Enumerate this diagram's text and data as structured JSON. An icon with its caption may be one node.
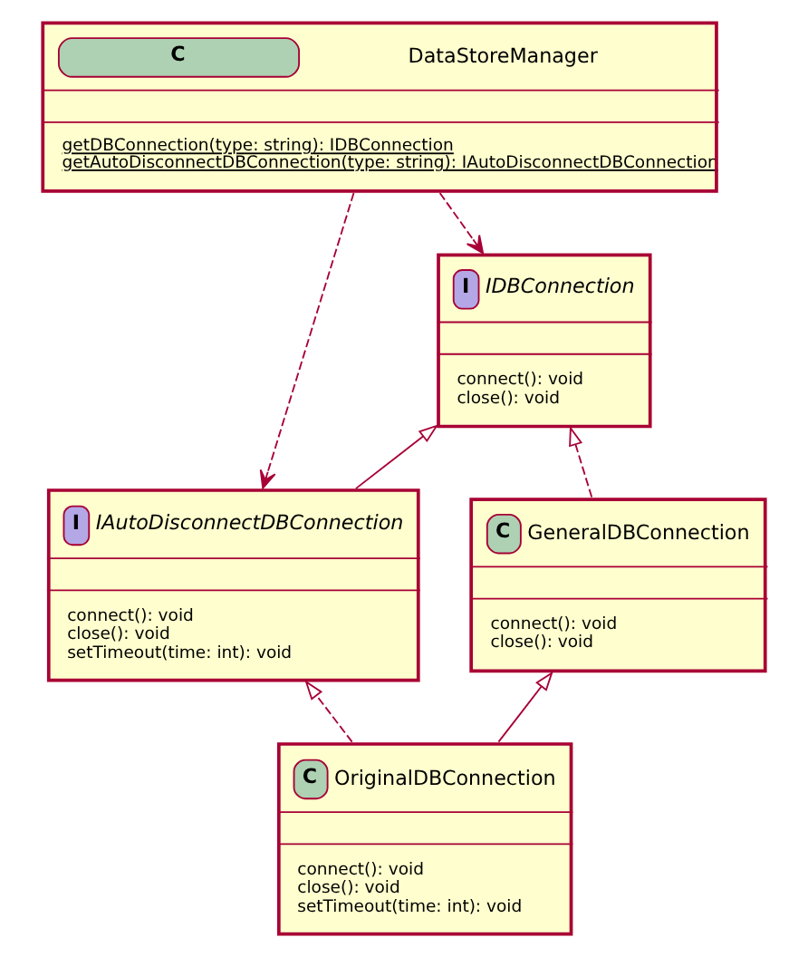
{
  "diagram": {
    "nodes": [
      {
        "text": [
          "C",
          "DataStoreManager",
          "getDBConnection(type: string): IDBConnection",
          "getAutoDisconnectDBConnection(type: string): IAutoDisconnectDBConnection"
        ]
      },
      {
        "text": [
          "I",
          "IDBConnection",
          "connect(): void",
          "close(): void"
        ]
      },
      {
        "text": [
          "I",
          "IAutoDisconnectDBConnection",
          "connect(): void",
          "close(): void",
          "setTimeout(time: int): void"
        ]
      },
      {
        "text": [
          "C",
          "GeneralDBConnection",
          "connect(): void",
          "close(): void"
        ]
      },
      {
        "text": [
          "C",
          "OriginalDBConnection",
          "connect(): void",
          "close(): void",
          "setTimeout(time: int): void"
        ]
      }
    ],
    "edges": [
      {
        "from": 0,
        "to": 2,
        "arrow": "to",
        "style": "dashed"
      },
      {
        "from": 0,
        "to": 1,
        "arrow": "to",
        "style": "dashed"
      },
      {
        "from": 2,
        "to": 1,
        "arrow": "to"
      },
      {
        "from": 3,
        "to": 1,
        "arrow": "to",
        "style": "dashed"
      },
      {
        "from": 4,
        "to": 2,
        "arrow": "to",
        "style": "dashed"
      },
      {
        "from": 4,
        "to": 3,
        "arrow": "to"
      }
    ]
  }
}
